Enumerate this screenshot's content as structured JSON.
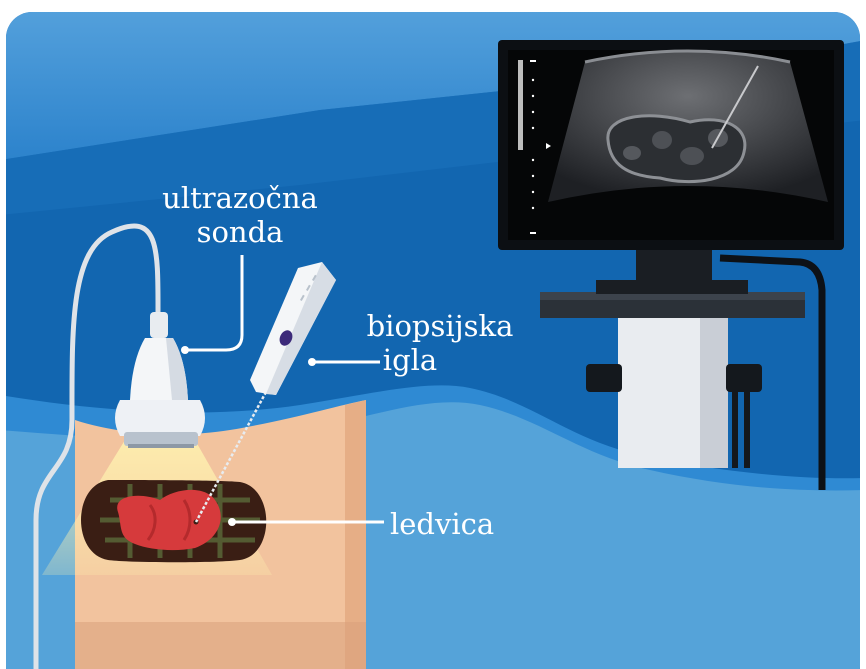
{
  "labels": {
    "probe_line1": "ultrazočna",
    "probe_line2": "sonda",
    "needle_line1": "biopsijska",
    "needle_line2": "igla",
    "kidney": "ledvica"
  },
  "colors": {
    "background": "#1266b0",
    "background_top": "#4a9ddb",
    "floor": "#55a3d9",
    "skin": "#f2c39e",
    "kidney": "#d63a3c",
    "monitor": "#111418",
    "label_text": "#ffffff"
  },
  "icons": [
    "ultrasound-probe-icon",
    "biopsy-needle-icon",
    "ultrasound-monitor-icon",
    "kidney-icon"
  ]
}
